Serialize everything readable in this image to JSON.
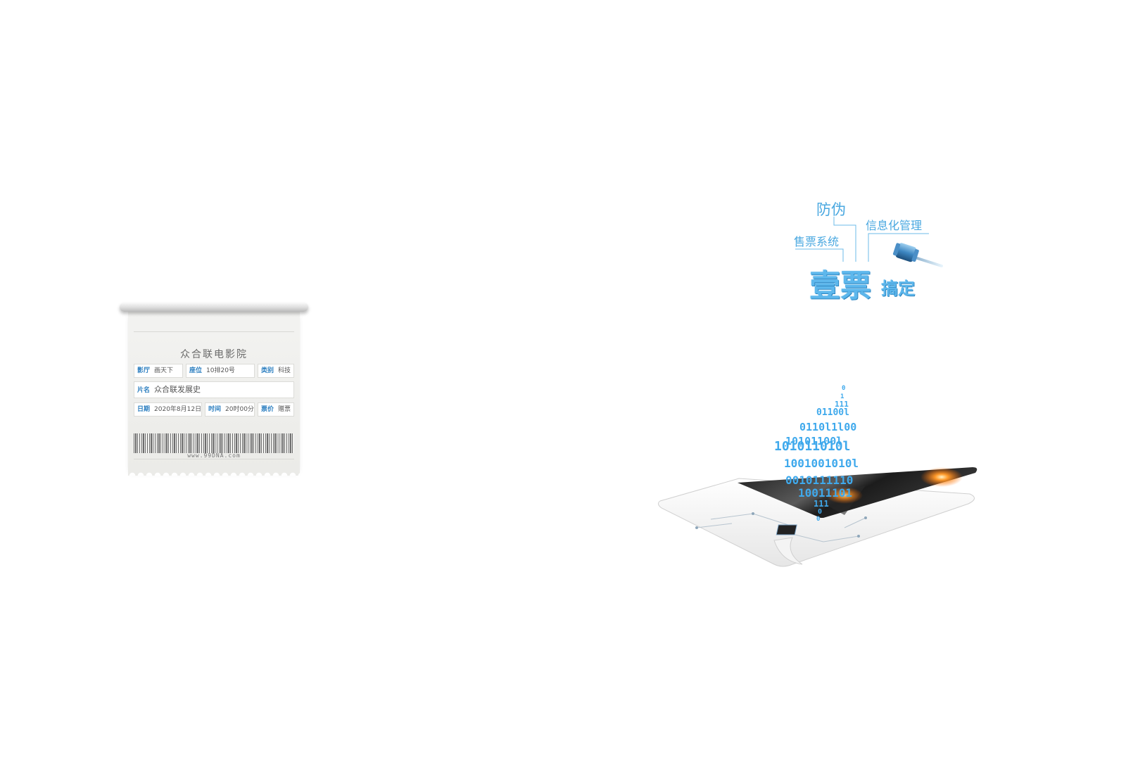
{
  "ticket": {
    "cinema_name": "众合联电影院",
    "row1": [
      {
        "label": "影厅",
        "value": "画天下"
      },
      {
        "label": "座位",
        "value": "10排20号"
      },
      {
        "label": "类别",
        "value": "科技"
      }
    ],
    "film": {
      "label": "片名",
      "value": "众合联发展史"
    },
    "row3": [
      {
        "label": "日期",
        "value": "2020年8月12日"
      },
      {
        "label": "时间",
        "value": "20时00分"
      },
      {
        "label": "票价",
        "value": "赠票"
      }
    ],
    "barcode_text": "www.99DNA.com"
  },
  "slogan": {
    "keyword_top": "防伪",
    "keyword_right": "信息化管理",
    "keyword_left": "售票系统",
    "main": "壹票",
    "sub": "搞定",
    "icon": "gavel-icon"
  },
  "illustration": {
    "binary_rows": [
      "0",
      "1",
      "111",
      "01100l",
      "0110l1l00",
      "10101100l",
      "101011010l",
      "1001001010l",
      "0010111110",
      "10011101",
      "111",
      "0",
      "0"
    ],
    "icon": "tablet-binary-icon"
  },
  "colors": {
    "accent": "#4aa8e0",
    "label": "#2d7fc0"
  }
}
